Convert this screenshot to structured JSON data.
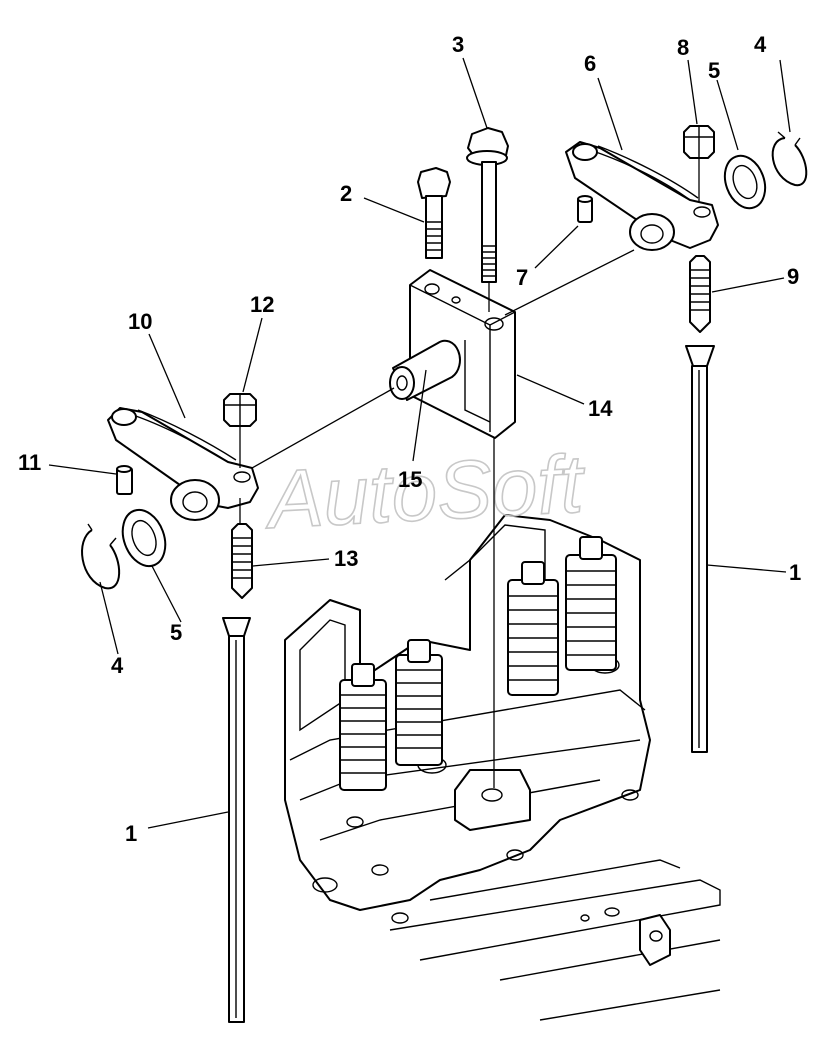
{
  "watermark": "AutoSoft",
  "callouts": [
    {
      "id": "c1a",
      "text": "1"
    },
    {
      "id": "c1b",
      "text": "1"
    },
    {
      "id": "c2",
      "text": "2"
    },
    {
      "id": "c3",
      "text": "3"
    },
    {
      "id": "c4a",
      "text": "4"
    },
    {
      "id": "c4b",
      "text": "4"
    },
    {
      "id": "c5a",
      "text": "5"
    },
    {
      "id": "c5b",
      "text": "5"
    },
    {
      "id": "c6",
      "text": "6"
    },
    {
      "id": "c7",
      "text": "7"
    },
    {
      "id": "c8",
      "text": "8"
    },
    {
      "id": "c9",
      "text": "9"
    },
    {
      "id": "c10",
      "text": "10"
    },
    {
      "id": "c11",
      "text": "11"
    },
    {
      "id": "c12",
      "text": "12"
    },
    {
      "id": "c13",
      "text": "13"
    },
    {
      "id": "c14",
      "text": "14"
    },
    {
      "id": "c15",
      "text": "15"
    }
  ]
}
